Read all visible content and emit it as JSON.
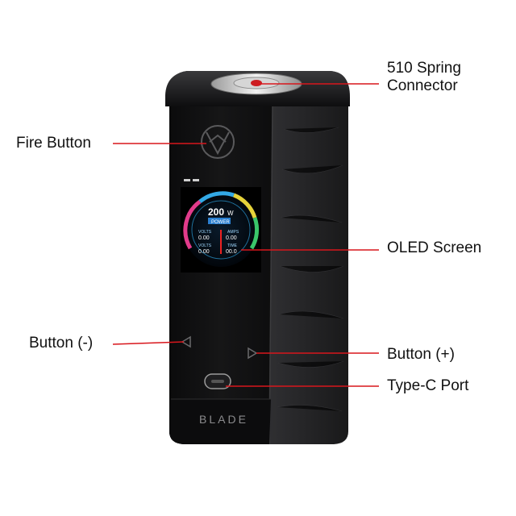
{
  "labels": {
    "spring_line1": "510 Spring",
    "spring_line2": "Connector",
    "fire_button": "Fire Button",
    "oled_screen": "OLED Screen",
    "button_minus": "Button (-)",
    "button_plus": "Button (+)",
    "type_c_port": "Type-C Port"
  },
  "device": {
    "brand": "BLADE",
    "screen": {
      "wattage": "200",
      "unit": "W",
      "mode": "POWER",
      "left_top_label": "VOLTS",
      "left_top_value": "0.00",
      "left_bottom_label": "VOLTS",
      "left_bottom_value": "0.00",
      "right_top_label": "AMPS",
      "right_top_value": "0.00",
      "right_bottom_label": "TIME",
      "right_bottom_value": "00.0"
    }
  },
  "colors": {
    "callout_line": "#d8161c",
    "body_dark": "#1c1c1e",
    "leather": "#2a2a2c"
  }
}
